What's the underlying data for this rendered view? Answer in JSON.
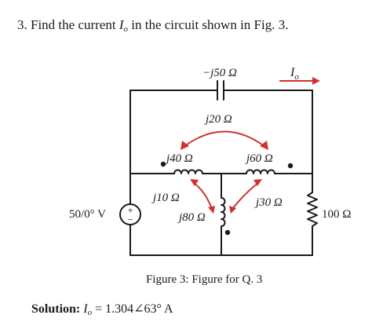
{
  "question": {
    "number": "3.",
    "text_before": "Find the current",
    "symbol": "I",
    "subscript": "o",
    "text_after": "in the circuit shown in Fig. 3."
  },
  "circuit": {
    "capacitor_label": "−j50 Ω",
    "current_label": "I",
    "current_subscript": "o",
    "mutual_top_label": "j20 Ω",
    "inductor_left_label": "j40 Ω",
    "inductor_right_label": "j60 Ω",
    "mutual_left_label": "j10 Ω",
    "mutual_right_label": "j30 Ω",
    "inductor_center_label": "j80 Ω",
    "source_label": "50/0° V",
    "resistor_label": "100 Ω",
    "source_plus": "+",
    "source_minus": "−"
  },
  "caption": "Figure 3: Figure for Q. 3",
  "solution": {
    "label": "Solution:",
    "symbol": "I",
    "subscript": "o",
    "value": "= 1.304∠63° A"
  },
  "colors": {
    "ink": "#1a1a1a",
    "accent": "#d0312d",
    "background": "#ffffff"
  }
}
